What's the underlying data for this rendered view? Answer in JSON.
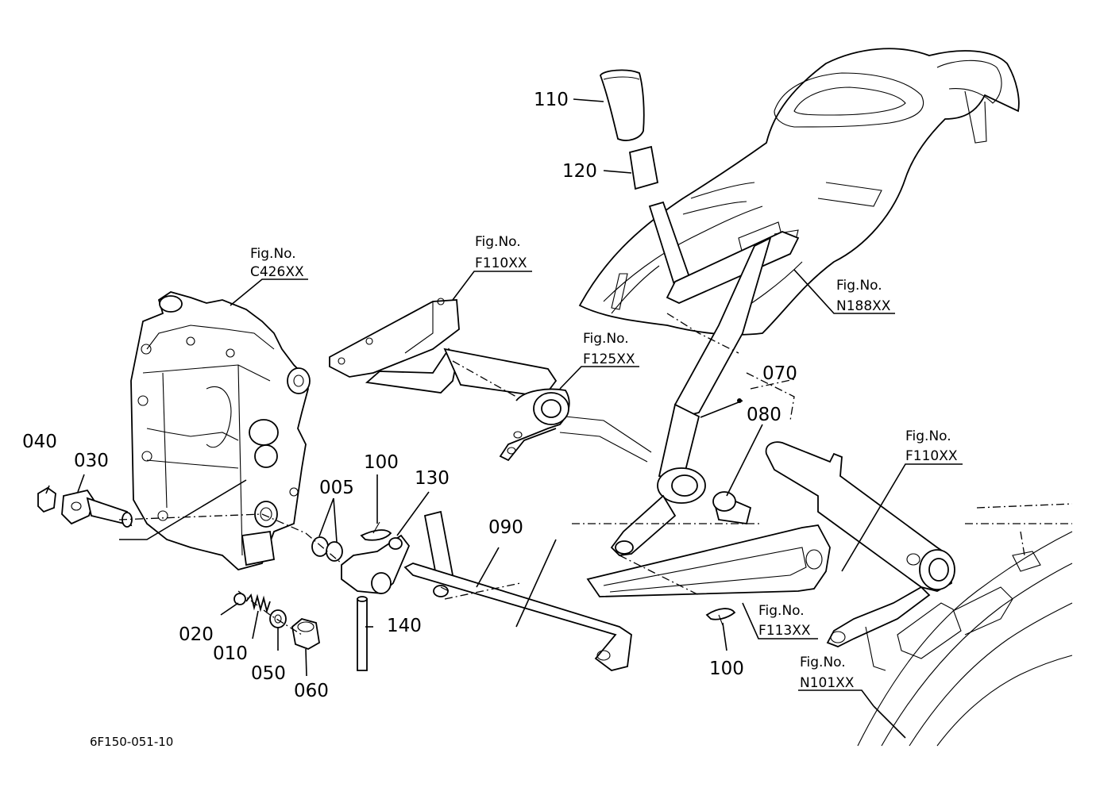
{
  "diagram": {
    "drawing_code": "6F150-051-10",
    "part_labels": {
      "p110": "110",
      "p120": "120",
      "p070": "070",
      "p080": "080",
      "p040": "040",
      "p030": "030",
      "p005": "005",
      "p100a": "100",
      "p130": "130",
      "p090": "090",
      "p020": "020",
      "p010": "010",
      "p050": "050",
      "p060": "060",
      "p140": "140",
      "p100b": "100"
    },
    "figure_refs": {
      "c426": {
        "prefix": "Fig.No.",
        "code": "C426XX"
      },
      "f110a": {
        "prefix": "Fig.No.",
        "code": "F110XX"
      },
      "f125": {
        "prefix": "Fig.No.",
        "code": "F125XX"
      },
      "n188": {
        "prefix": "Fig.No.",
        "code": "N188XX"
      },
      "f110b": {
        "prefix": "Fig.No.",
        "code": "F110XX"
      },
      "f113": {
        "prefix": "Fig.No.",
        "code": "F113XX"
      },
      "n101": {
        "prefix": "Fig.No.",
        "code": "N101XX"
      }
    }
  }
}
